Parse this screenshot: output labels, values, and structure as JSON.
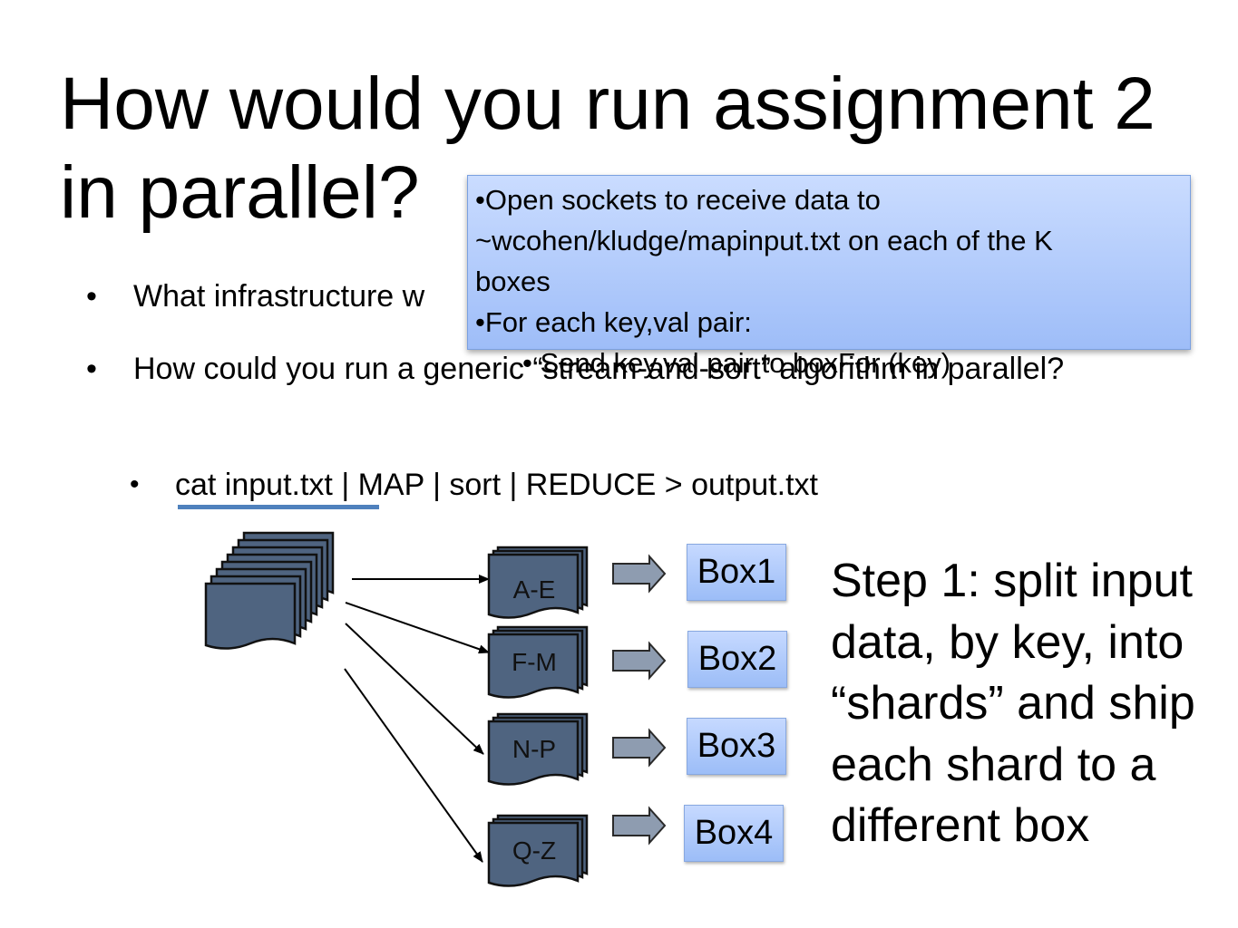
{
  "slide": {
    "title": "How would you run assignment 2 in parallel?",
    "bullets": [
      "What infrastructure w",
      "How could you run a generic “stream-and-sort” algorithm in parallel?"
    ],
    "sub_bullet": "cat input.txt | MAP | sort | REDUCE > output.txt",
    "popup": {
      "lines": [
        "•Open sockets to receive data to",
        "~wcohen/kludge/mapinput.txt on each of the K",
        "boxes",
        "•For each key,val pair:"
      ],
      "sub_line": "Send key,val pair to boxFor (key)"
    },
    "shards": [
      "A-E",
      "F-M",
      "N-P",
      "Q-Z"
    ],
    "boxes": [
      "Box1",
      "Box2",
      "Box3",
      "Box4"
    ],
    "step_text": "Step 1: split input data, by key, into “shards” and ship each shard to a different box",
    "colors": {
      "doc_fill": "#4f6480",
      "doc_stroke": "#111111",
      "accent": "#4f81bd",
      "box_fill": "#a9c4f5"
    }
  }
}
